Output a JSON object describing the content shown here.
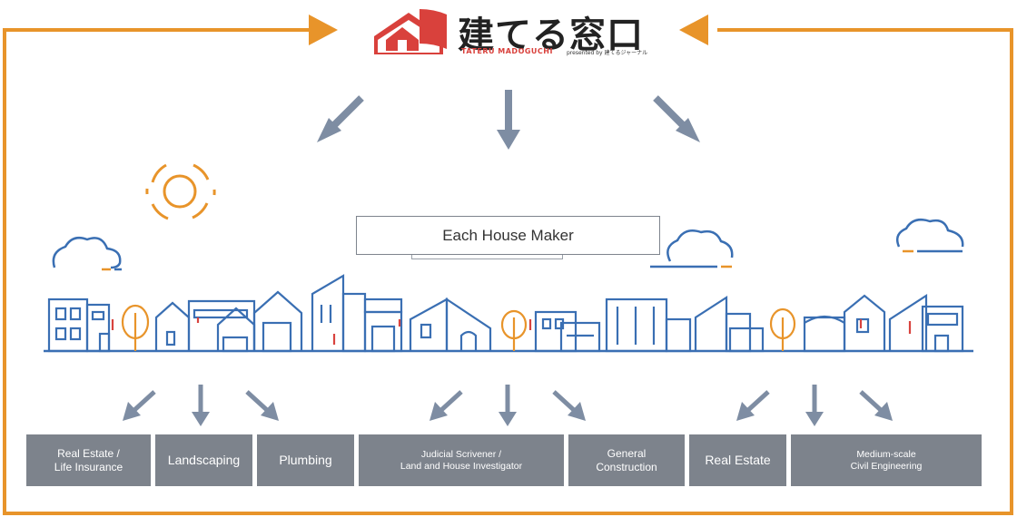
{
  "logo": {
    "title": "建てる窓口",
    "subtitle": "TATERU MADOGUCHI",
    "presented": "presented by 建てるジャーナル"
  },
  "center_box": {
    "label": "Each House Maker"
  },
  "categories": [
    {
      "label": "Real Estate /\nLife Insurance"
    },
    {
      "label": "Landscaping"
    },
    {
      "label": "Plumbing"
    },
    {
      "label": "Judicial Scrivener /\nLand and House Investigator"
    },
    {
      "label": "General\nConstruction"
    },
    {
      "label": "Real Estate"
    },
    {
      "label": "Medium-scale\nCivil Engineering"
    }
  ],
  "colors": {
    "orange": "#e8942a",
    "arrow_gray": "#7e8da3",
    "line_blue": "#3a6fb3",
    "box_gray": "#7d838c",
    "logo_red": "#d9413c",
    "accent_red": "#d8433e"
  }
}
